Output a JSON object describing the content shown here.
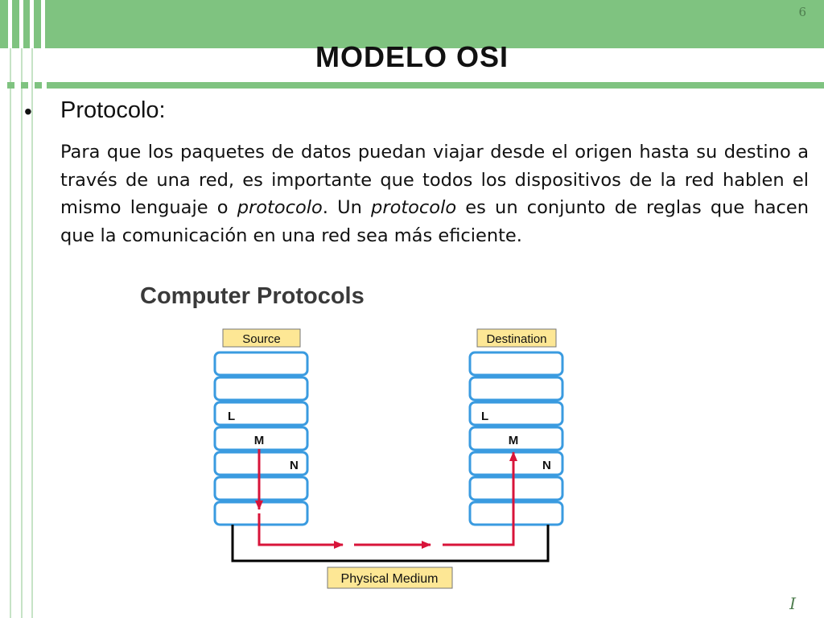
{
  "slide": {
    "number": "6",
    "title": "MODELO OSI",
    "bullet_symbol": "•",
    "bullet_label": "Protocolo:",
    "paragraph": {
      "part1": "Para que los paquetes de datos puedan viajar desde el origen hasta su destino a través de una red, es importante que todos los dispositivos de la red hablen el mismo lenguaje o ",
      "part2": "protocolo",
      "part3": ".  Un ",
      "part4": "protocolo",
      "part5": " es un conjunto de reglas que hacen que la comunicación en una red sea más eficiente."
    },
    "corner_mark": "I"
  },
  "diagram": {
    "title": "Computer Protocols",
    "source_label": "Source",
    "destination_label": "Destination",
    "medium_label": "Physical Medium",
    "layer_count": 7,
    "layers": {
      "l": "L",
      "m": "M",
      "n": "N"
    },
    "colors": {
      "layer_border": "#3a9be0",
      "label_fill": "#fde795",
      "arrow": "#d8143a",
      "medium_line": "#000000"
    }
  },
  "colors": {
    "top_bar": "#7fc380",
    "accent_text": "#4e7d4e"
  }
}
